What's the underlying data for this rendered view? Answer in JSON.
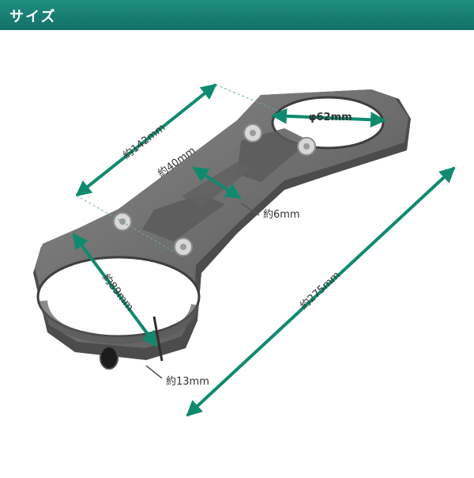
{
  "header": {
    "title": "サイズ"
  },
  "colors": {
    "header": "#137068",
    "dimension": "#0f8a6f",
    "metal": "#6c6c6c"
  },
  "dimensions": {
    "bore_large": "約89mm",
    "bore_small": "φ62mm",
    "overall_length": "約275mm",
    "bolt_pitch": "約142mm",
    "bridge_width": "約40mm",
    "slot_gap": "約6mm",
    "slit_width": "約13mm"
  }
}
